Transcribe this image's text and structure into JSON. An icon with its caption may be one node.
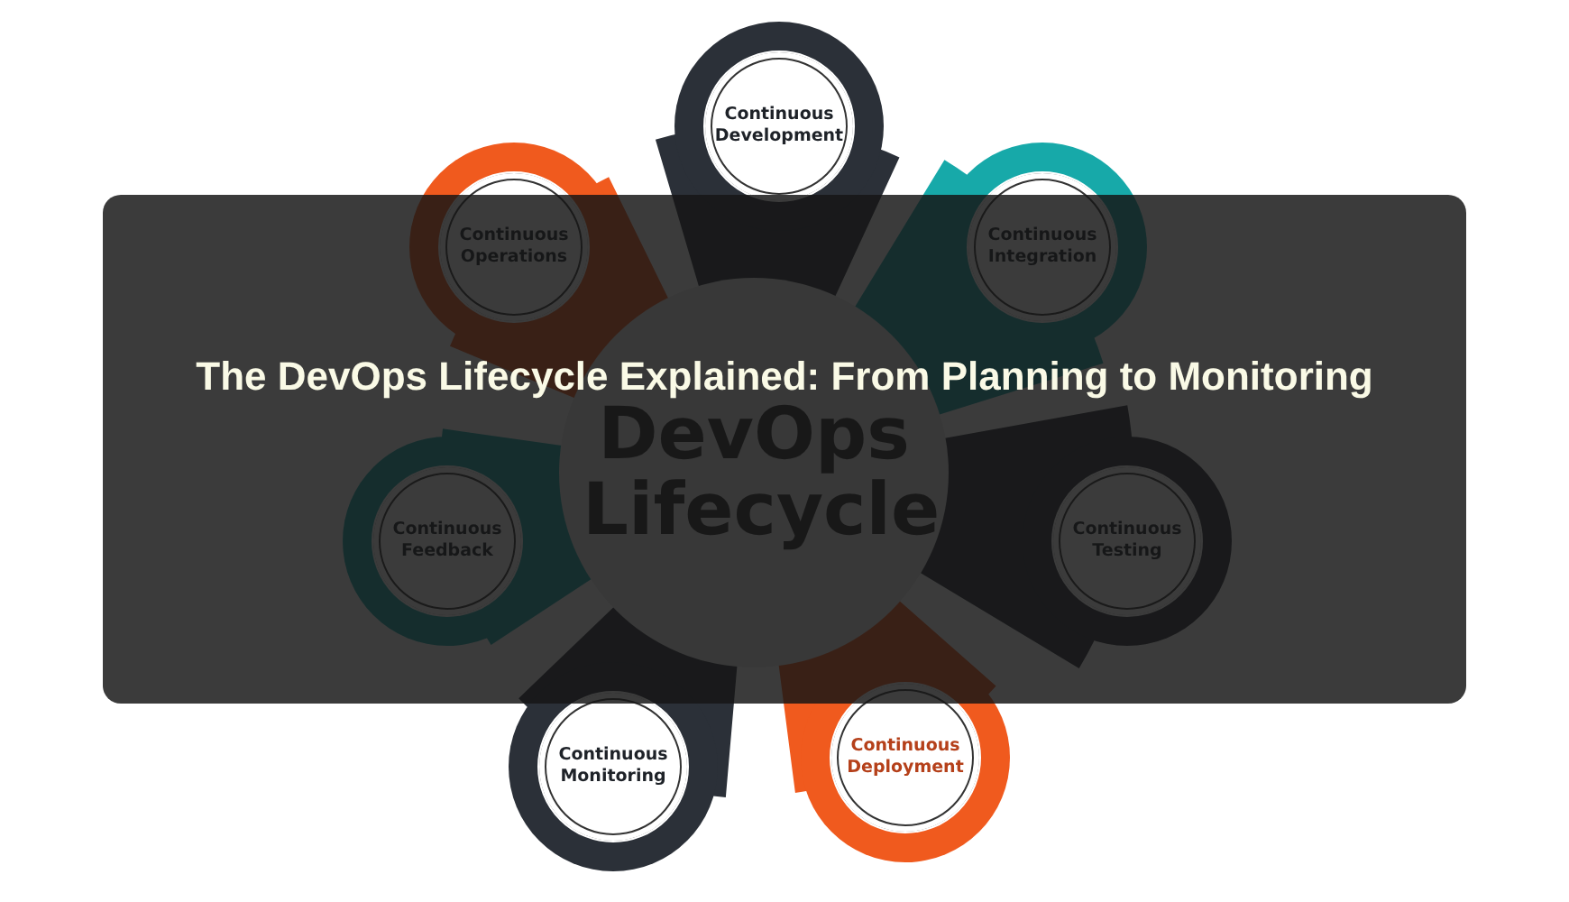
{
  "diagram": {
    "title": "The DevOps Lifecycle Explained: From Planning to Monitoring",
    "nodes": [
      {
        "text": [
          "Continuous Development"
        ]
      },
      {
        "text": [
          "Continuous Integration"
        ]
      },
      {
        "text": [
          "Continuous Testing"
        ]
      },
      {
        "text": [
          "Continuous Deployment"
        ]
      },
      {
        "text": [
          "Continuous Monitoring"
        ]
      },
      {
        "text": [
          "Continuous Feedback"
        ]
      },
      {
        "text": [
          "Continuous Operations"
        ]
      },
      {
        "text": [
          "DevOps Lifecycle"
        ]
      }
    ]
  }
}
